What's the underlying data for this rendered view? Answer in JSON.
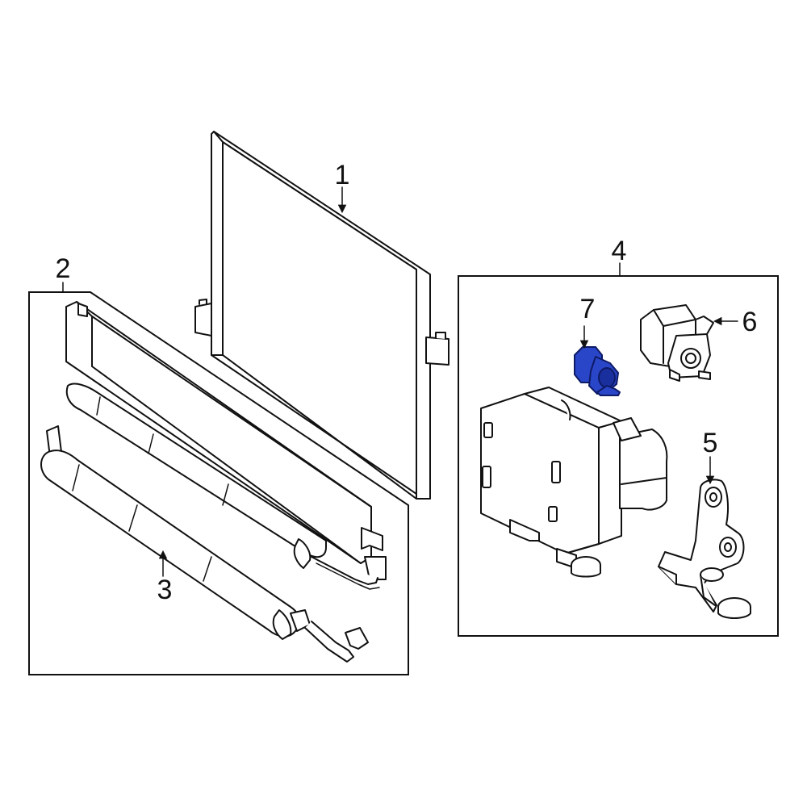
{
  "callouts": {
    "c1": "1",
    "c2": "2",
    "c3": "3",
    "c4": "4",
    "c5": "5",
    "c6": "6",
    "c7": "7"
  },
  "colors": {
    "highlight": "#2a46c8",
    "line": "#111111",
    "background": "#ffffff"
  }
}
